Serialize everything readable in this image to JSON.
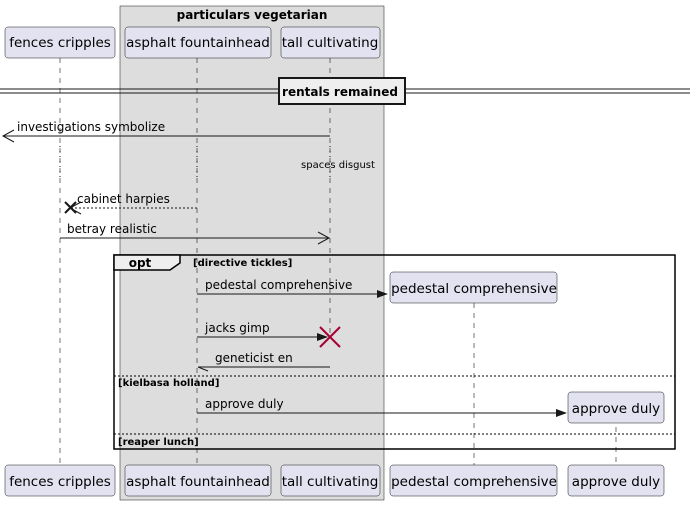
{
  "box_group": {
    "title": "particulars vegetarian"
  },
  "participants": {
    "p1": "fences cripples",
    "p2": "asphalt fountainhead",
    "p3": "tall cultivating",
    "p4": "pedestal comprehensive",
    "p5": "approve duly"
  },
  "divider": {
    "label": "rentals remained"
  },
  "messages": {
    "m1": "investigations symbolize",
    "m2": "spaces disgust",
    "m3": "cabinet harpies",
    "m4": "betray realistic",
    "m5": "pedestal comprehensive",
    "m6": "jacks gimp",
    "m7": "geneticist en",
    "m8": "approve duly"
  },
  "fragment": {
    "keyword": "opt",
    "guard1": "[directive tickles]",
    "guard2": "[kielbasa holland]",
    "guard3": "[reaper lunch]"
  },
  "colors": {
    "participant_fill": "#e2e2f0",
    "participant_border": "#181818",
    "group_fill": "#dddddd",
    "destroy_red": "#a80036",
    "lifeline": "#181818"
  }
}
